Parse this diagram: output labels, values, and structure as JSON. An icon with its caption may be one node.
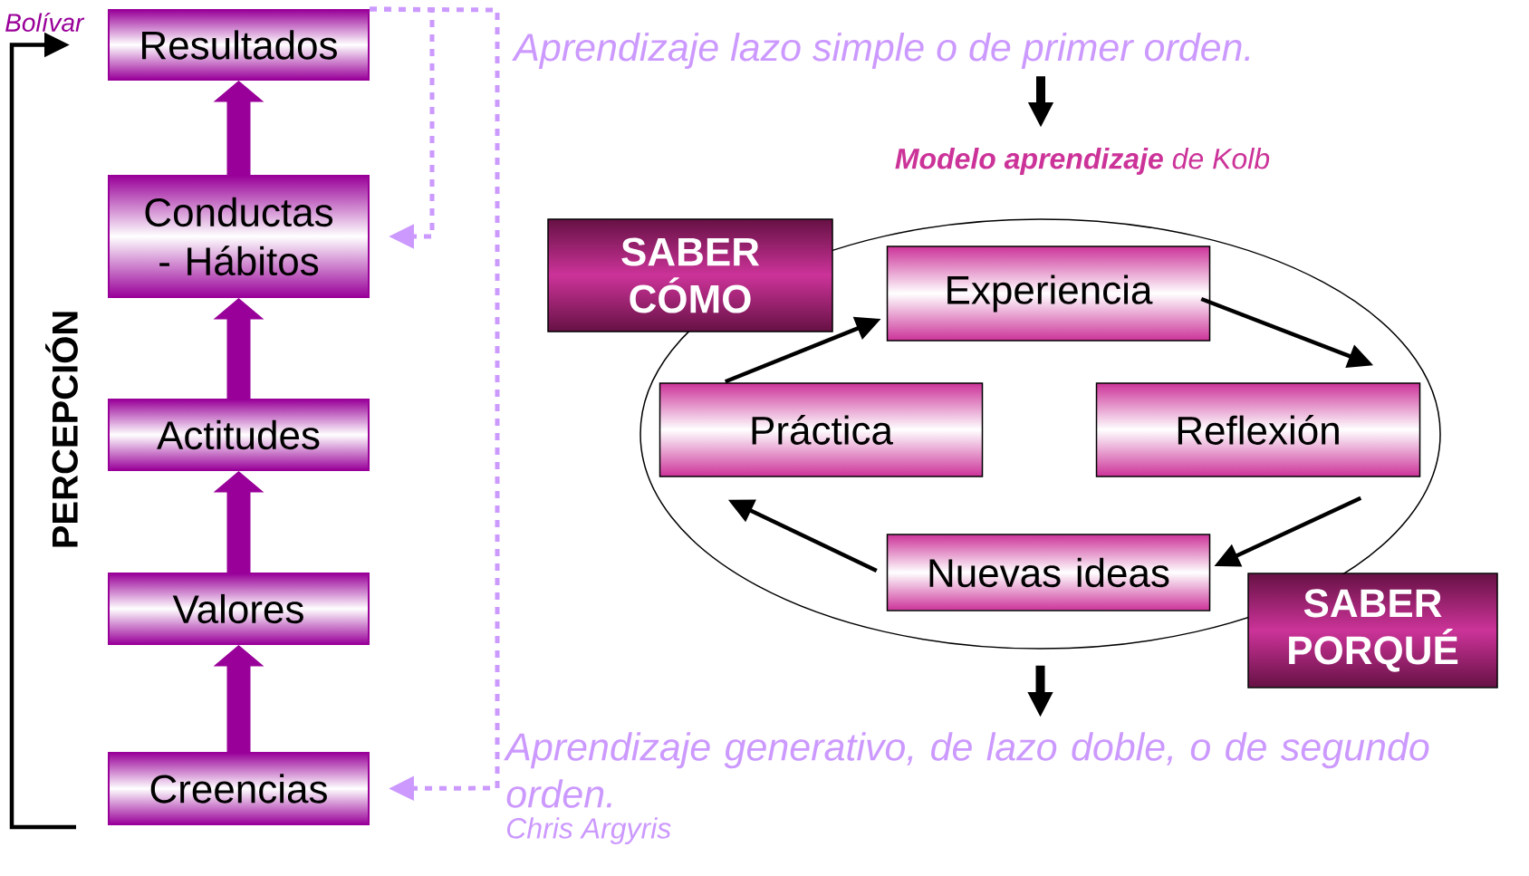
{
  "diagram": {
    "nodes": [
      {
        "text": [
          "Resultados"
        ],
        "beside": [
          "Bolívar"
        ]
      },
      {
        "text": [
          "Conductas - Hábitos"
        ]
      },
      {
        "text": [
          "Actitudes"
        ]
      },
      {
        "text": [
          "Valores"
        ]
      },
      {
        "text": [
          "Creencias"
        ]
      },
      {
        "text": [
          "Aprendizaje lazo simple o de primer orden."
        ]
      },
      {
        "text": [
          "**Modelo aprendizaje** de Kolb"
        ]
      },
      {
        "text": [
          "SABER CÓMO"
        ]
      },
      {
        "text": [],
        "shape": "ellipse"
      },
      {
        "text": [
          "Experiencia"
        ],
        "in": 8
      },
      {
        "text": [
          "Práctica"
        ],
        "in": 8
      },
      {
        "text": [
          "Reflexión"
        ],
        "in": 8
      },
      {
        "text": [
          "Nuevas ideas"
        ],
        "in": 8
      },
      {
        "text": [
          "SABER PORQUÉ"
        ]
      },
      {
        "text": [
          "Aprendizaje generativo, de lazo doble, o de segundo orden."
        ],
        "beside": [
          "Chris Argyris"
        ]
      }
    ],
    "edges": [
      {
        "from": 4,
        "to": 3,
        "arrow": "to",
        "style": "thick",
        "color": "#990099"
      },
      {
        "from": 3,
        "to": 2,
        "arrow": "to",
        "style": "thick",
        "color": "#990099"
      },
      {
        "from": 2,
        "to": 1,
        "arrow": "to",
        "style": "thick",
        "color": "#990099"
      },
      {
        "from": 1,
        "to": 0,
        "arrow": "to",
        "style": "thick",
        "color": "#990099"
      },
      {
        "from": 0,
        "to": 1,
        "arrow": "to",
        "style": "dashed",
        "color": "#cc99ff"
      },
      {
        "from": 0,
        "to": 4,
        "arrow": "to",
        "style": "dashed",
        "color": "#cc99ff"
      },
      {
        "from": null,
        "to": 0,
        "arrow": "to"
      },
      {
        "from": 5,
        "to": 6,
        "arrow": "to",
        "style": "thick"
      },
      {
        "from": 9,
        "to": 11,
        "arrow": "to"
      },
      {
        "from": 11,
        "to": 12,
        "arrow": "to"
      },
      {
        "from": 12,
        "to": 10,
        "arrow": "to"
      },
      {
        "from": 10,
        "to": 9,
        "arrow": "to"
      },
      {
        "from": 8,
        "to": 14,
        "arrow": "to",
        "style": "thick"
      }
    ],
    "labels": [
      "PERCEPCIÓN"
    ]
  }
}
